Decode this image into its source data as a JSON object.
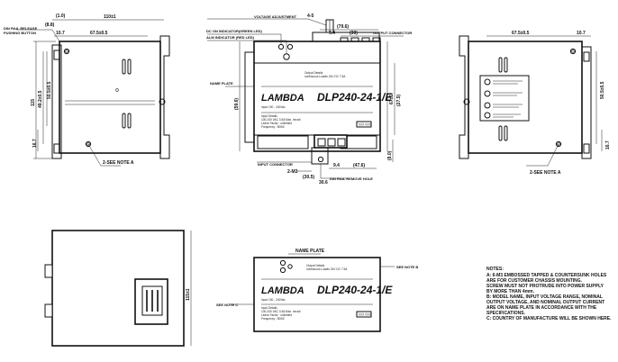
{
  "dims": {
    "d_1_0": "(1.0)",
    "d_8_8": "(8.8)",
    "d_110": "110±1",
    "d_10_7_left": "10.7",
    "d_67_5_left": "67.5±0.5",
    "d_115": "115",
    "d_49_2": "49.2±0.5",
    "d_50_5": "50.5±0.5",
    "d_16_7_left": "16.7",
    "d_4_5": "4-5",
    "d_79_6": "(79.6)",
    "d_30": "(30)",
    "d_9_4_top": "9.4",
    "d_59_6": "(59.6)",
    "d_67_6": "67±1",
    "d_27_5": "(27.5)",
    "d_30_5": "(30.5)",
    "d_30_6": "30.6",
    "d_9_4_bot": "9.4",
    "d_47_6": "(47.6)",
    "d_8_0": "(8.0)",
    "d_67_5_right": "67.5±0.5",
    "d_10_7_right": "10.7",
    "d_50_5_right": "50.5±0.5",
    "d_16_7_right": "16.7",
    "d_115_bottom": "115±1"
  },
  "labels": {
    "din_rail_release": "DIN RAIL RELEASE",
    "pushing_button": "PUSHING BUTTON",
    "see_note_a_left": "2-SEE NOTE A",
    "voltage_adjustment": "VOLTAGE ADJUSTMENT",
    "dc_on_indicator": "DC ON INDICATOR(GREEN LED)",
    "alm_indicator": "ALM INDICATOR (RED LED)",
    "output_connector": "OUTPUT CONNECTOR",
    "name_plate_side": "NAME PLATE",
    "input_connector": "INPUT CONNECTOR",
    "m3_label": "2-M3",
    "din_rail_remove_hole": "DIN RAIL REMOVE HOLE",
    "see_note_a_right": "2-SEE NOTE A",
    "name_plate_title": "NAME PLATE",
    "see_note_c": "SEE NOTE C",
    "see_note_b": "SEE NOTE B"
  },
  "plate": {
    "brand": "LAMBDA",
    "model": "DLP240-24-1/E",
    "box_text": "XXX XXX",
    "rating_lines": [
      "Output Details",
      "continuous   Loadin   24V DC 7.5A",
      "Input 100 - 240Vac",
      "Frequency : 50/60"
    ],
    "lower_lines": [
      "Input Details",
      "100-240 VAC  3.5A Max. Inrush",
      "Leave Factor : unlimited",
      "Frequency : 50/60"
    ]
  },
  "notes": {
    "title": "NOTES:",
    "lines": [
      "A: 6-M3 EMBOSSED TAPPED & COUNTERSUNK HOLES",
      "    ARE   FOR CUSTOMER CHASSIS MOUNTING.",
      "    SCREW MUST NOT PROTRUDE INTO POWER SUPPLY",
      "    BY MORE THAN 4mm.",
      "B: MODEL NAME, INPUT VOLTAGE RANGE, NOMINAL",
      "    OUTPUT VOLTAGE, AND NOMINAL OUTPUT CURRENT",
      "    ARE ON NAME PLATE IN ACCORDANCE WITH THE",
      "    SPECIFICATIONS.",
      "C: COUNTRY OF MANUFACTURE WILL BE SHOWN HERE."
    ]
  }
}
